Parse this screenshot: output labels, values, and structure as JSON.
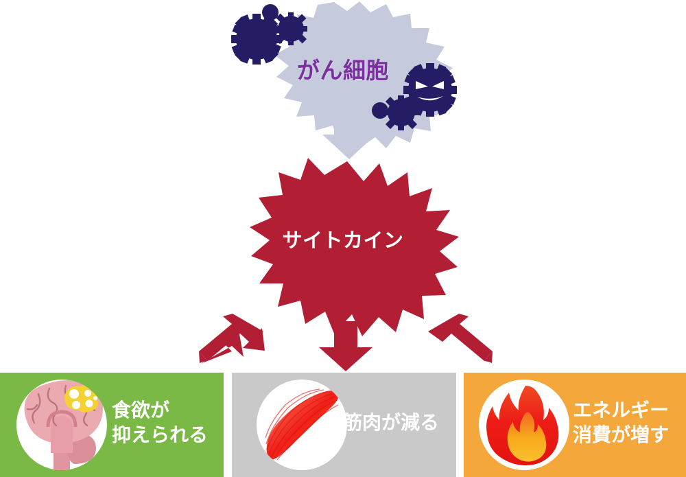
{
  "diagram": {
    "title_text": "がん細胞",
    "source_node": {
      "label": "がん細胞",
      "shape": "spiky-cloud-callout",
      "fill_color": "#c5cbdc",
      "text_color": "#7b2fa0",
      "icon_name": "cancer-cell-cluster"
    },
    "mediator_node": {
      "label": "サイトカイン",
      "shape": "starburst",
      "fill_color": "#b21f35",
      "text_color": "#ffffff"
    },
    "arrows": {
      "from_source_color": "#c5cbdc",
      "to_panels_color": "#b21f35",
      "directions": [
        "down-left",
        "down",
        "down-right"
      ]
    },
    "panels": [
      {
        "id": "appetite",
        "label": "食欲が\n抑えられる",
        "bg_color": "#7ab946",
        "icon_name": "brain-icon",
        "icon_circle_color": "#ffffff"
      },
      {
        "id": "muscle",
        "label": "筋肉が減る",
        "bg_color": "#c9c9c9",
        "icon_name": "muscle-icon",
        "icon_circle_color": "#ffffff"
      },
      {
        "id": "energy",
        "label": "エネルギー\n消費が増す",
        "bg_color": "#f4a83c",
        "icon_name": "flame-icon",
        "icon_circle_color": "#ffffff"
      }
    ],
    "colors": {
      "cancer_cell_dark": "#241c64",
      "cloud_gray": "#c5cbdc",
      "crimson": "#b21f35",
      "green": "#7ab946",
      "gray": "#c9c9c9",
      "orange": "#f4a83c",
      "brain_pink": "#eba9b0",
      "brain_highlight": "#f5d131",
      "muscle_red": "#f01e14",
      "flame_red": "#ed1c16",
      "flame_core": "#f7a81b"
    }
  }
}
